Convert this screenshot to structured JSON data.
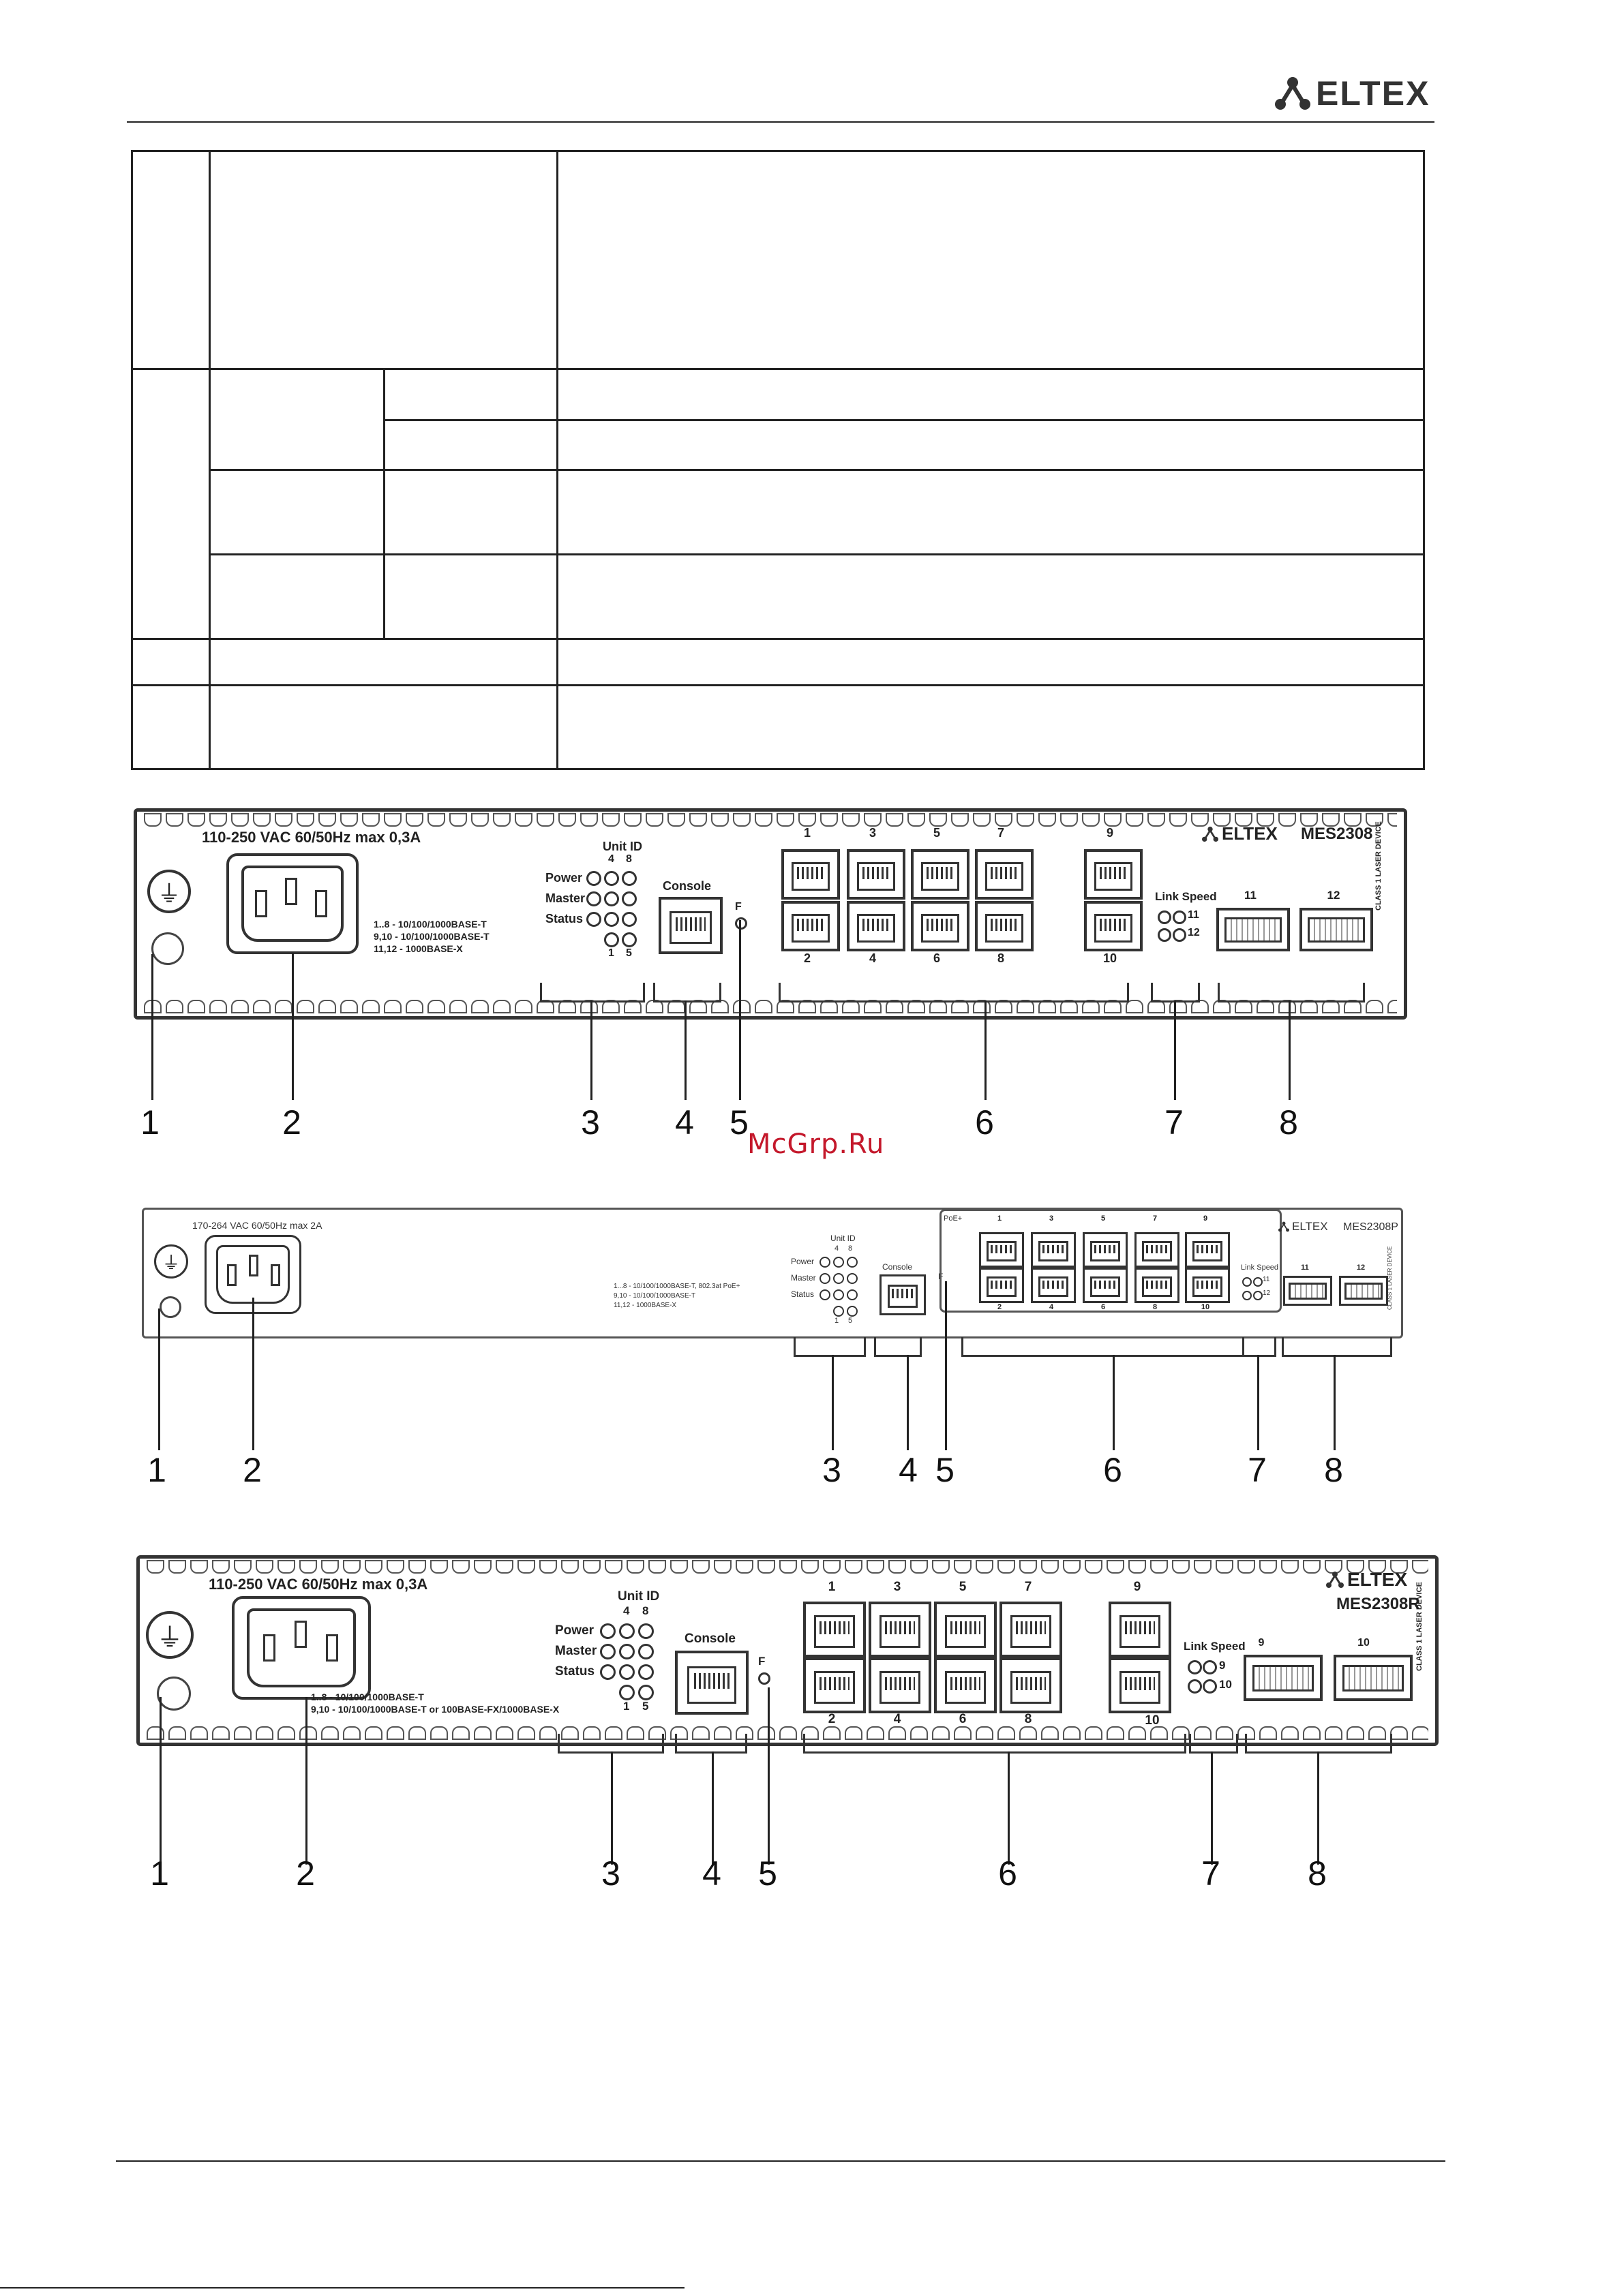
{
  "header": {
    "brand": "ELTEX"
  },
  "watermark": "McGrp.Ru",
  "devices": [
    {
      "model": "MES2308",
      "brand": "ELTEX",
      "power_rating": "110-250 VAC  60/50Hz  max 0,3A",
      "port_notes": [
        "1..8  - 10/100/1000BASE-T",
        "9,10  - 10/100/1000BASE-T",
        "11,12 - 1000BASE-X"
      ],
      "unit_id": "Unit ID",
      "unit_id_top": [
        "4",
        "8"
      ],
      "unit_id_bottom": [
        "1",
        "5"
      ],
      "led_labels": [
        "Power",
        "Master",
        "Status"
      ],
      "console": "Console",
      "f_label": "F",
      "port_top": [
        "1",
        "3",
        "5",
        "7"
      ],
      "port_bottom": [
        "2",
        "4",
        "6",
        "8"
      ],
      "combo_top": "9",
      "combo_bottom": "10",
      "link_speed": "Link Speed",
      "link_ports": [
        "11",
        "12"
      ],
      "sfp_labels": [
        "11",
        "12"
      ],
      "laser": "CLASS 1 LASER DEVICE",
      "callouts": [
        "1",
        "2",
        "3",
        "4",
        "5",
        "6",
        "7",
        "8"
      ]
    },
    {
      "model": "MES2308P",
      "brand": "ELTEX",
      "power_rating": "170-264 VAC  60/50Hz  max 2A",
      "port_notes": [
        "1...8  - 10/100/1000BASE-T, 802.3at PoE+",
        "9,10  - 10/100/1000BASE-T",
        "11,12 - 1000BASE-X"
      ],
      "unit_id": "Unit ID",
      "unit_id_top": [
        "4",
        "8"
      ],
      "unit_id_bottom": [
        "1",
        "5"
      ],
      "led_labels": [
        "Power",
        "Master",
        "Status"
      ],
      "console": "Console",
      "f_label": "F",
      "poe": "PoE+",
      "port_top": [
        "1",
        "3",
        "5",
        "7"
      ],
      "port_bottom": [
        "2",
        "4",
        "6",
        "8"
      ],
      "combo_top": "9",
      "combo_bottom": "10",
      "link_speed": "Link Speed",
      "link_ports": [
        "11",
        "12"
      ],
      "sfp_labels": [
        "11",
        "12"
      ],
      "laser": "CLASS 1 LASER DEVICE",
      "callouts": [
        "1",
        "2",
        "3",
        "4",
        "5",
        "6",
        "7",
        "8"
      ]
    },
    {
      "model": "MES2308R",
      "brand": "ELTEX",
      "power_rating": "110-250 VAC  60/50Hz  max 0,3A",
      "port_notes": [
        "1..8  - 10/100/1000BASE-T",
        "9,10  - 10/100/1000BASE-T or 100BASE-FX/1000BASE-X"
      ],
      "unit_id": "Unit ID",
      "unit_id_top": [
        "4",
        "8"
      ],
      "unit_id_bottom": [
        "1",
        "5"
      ],
      "led_labels": [
        "Power",
        "Master",
        "Status"
      ],
      "console": "Console",
      "f_label": "F",
      "port_top": [
        "1",
        "3",
        "5",
        "7"
      ],
      "port_bottom": [
        "2",
        "4",
        "6",
        "8"
      ],
      "combo_top": "9",
      "combo_bottom": "10",
      "link_speed": "Link Speed",
      "link_ports": [
        "9",
        "10"
      ],
      "sfp_labels": [
        "9",
        "10"
      ],
      "laser": "CLASS 1 LASER DEVICE",
      "callouts": [
        "1",
        "2",
        "3",
        "4",
        "5",
        "6",
        "7",
        "8"
      ]
    }
  ]
}
